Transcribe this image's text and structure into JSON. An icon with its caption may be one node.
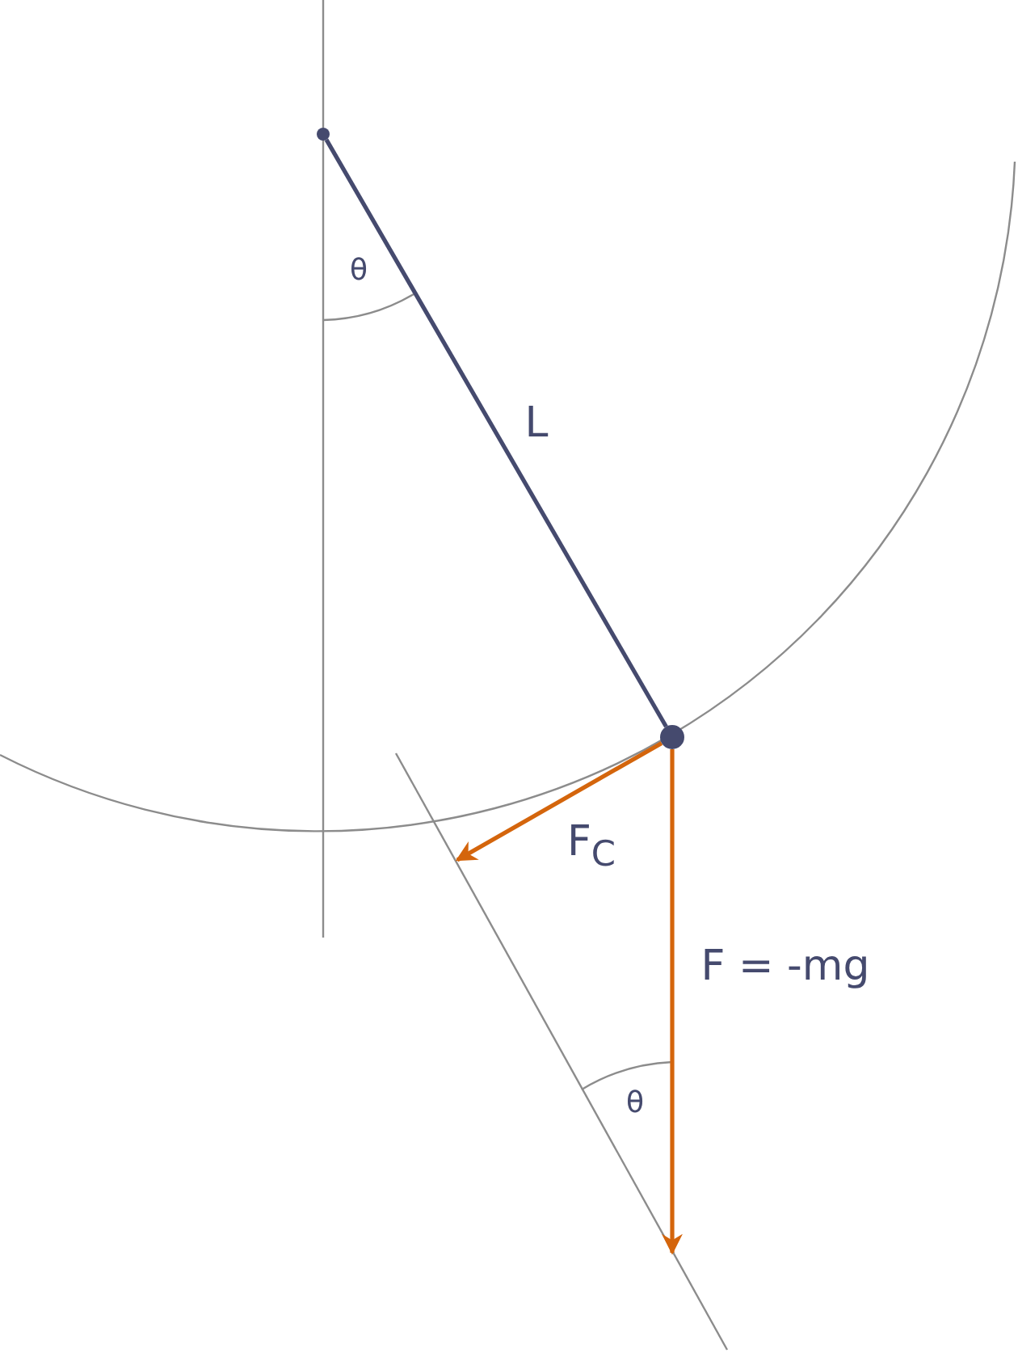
{
  "diagram": {
    "nodes": [
      {
        "text": [],
        "shape": "circle"
      },
      {
        "text": [],
        "shape": "circle"
      }
    ],
    "edges": [
      {
        "from": 0,
        "to": 1,
        "arrow": "none",
        "label": "L",
        "color": "#454a6e"
      },
      {
        "from": 1,
        "to": null,
        "arrow": "to",
        "label": "F$_{C}$"
      },
      {
        "from": 1,
        "to": null,
        "arrow": "to",
        "label": "F = -mg"
      }
    ],
    "labels": [
      "θ",
      "θ"
    ]
  }
}
